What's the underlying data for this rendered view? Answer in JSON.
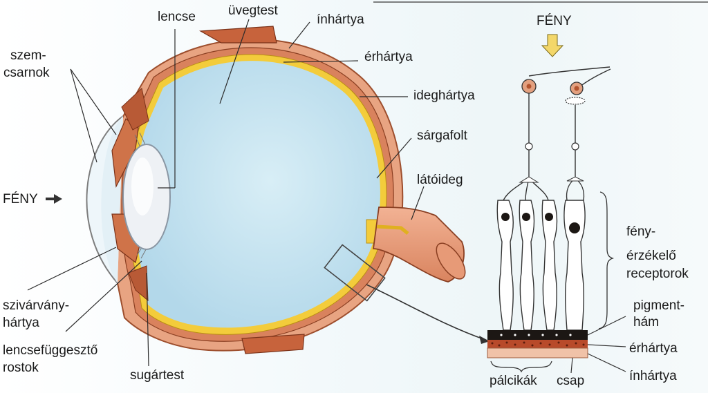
{
  "colors": {
    "sclera": "#e59a78",
    "sclera_dark": "#b8613e",
    "vitreous": "#c6e3ef",
    "retina": "#f0c531",
    "lens": "#e9eef4",
    "iris": "#c56a45",
    "pigment": "#1c1714",
    "line": "#2b2b2b",
    "arrow": "#f3d76a"
  },
  "labels": {
    "lencse": "lencse",
    "uvegtest": "üvegtest",
    "inhartya_top": "ínhártya",
    "erhartya_top": "érhártya",
    "ideghartya": "ideghártya",
    "sargafolt": "sárgafolt",
    "latoideg": "látóideg",
    "szemcsarnok_1": "szem-",
    "szemcsarnok_2": "csarnok",
    "feny_left": "FÉNY",
    "feny_top": "FÉNY",
    "szivarvany_1": "szivárvány-",
    "szivarvany_2": "hártya",
    "lencsefuggeszto_1": "lencsefüggesztő",
    "lencsefuggeszto_2": "rostok",
    "sugartest": "sugártest",
    "fenyerzekelo_1": "fény-",
    "fenyerzekelo_2": "érzékelő",
    "fenyerzekelo_3": "receptorok",
    "pigmentham_1": "pigment-",
    "pigmentham_2": "hám",
    "erhartya_bottom": "érhártya",
    "inhartya_bottom": "ínhártya",
    "palcikak": "pálcikák",
    "csap": "csap"
  }
}
